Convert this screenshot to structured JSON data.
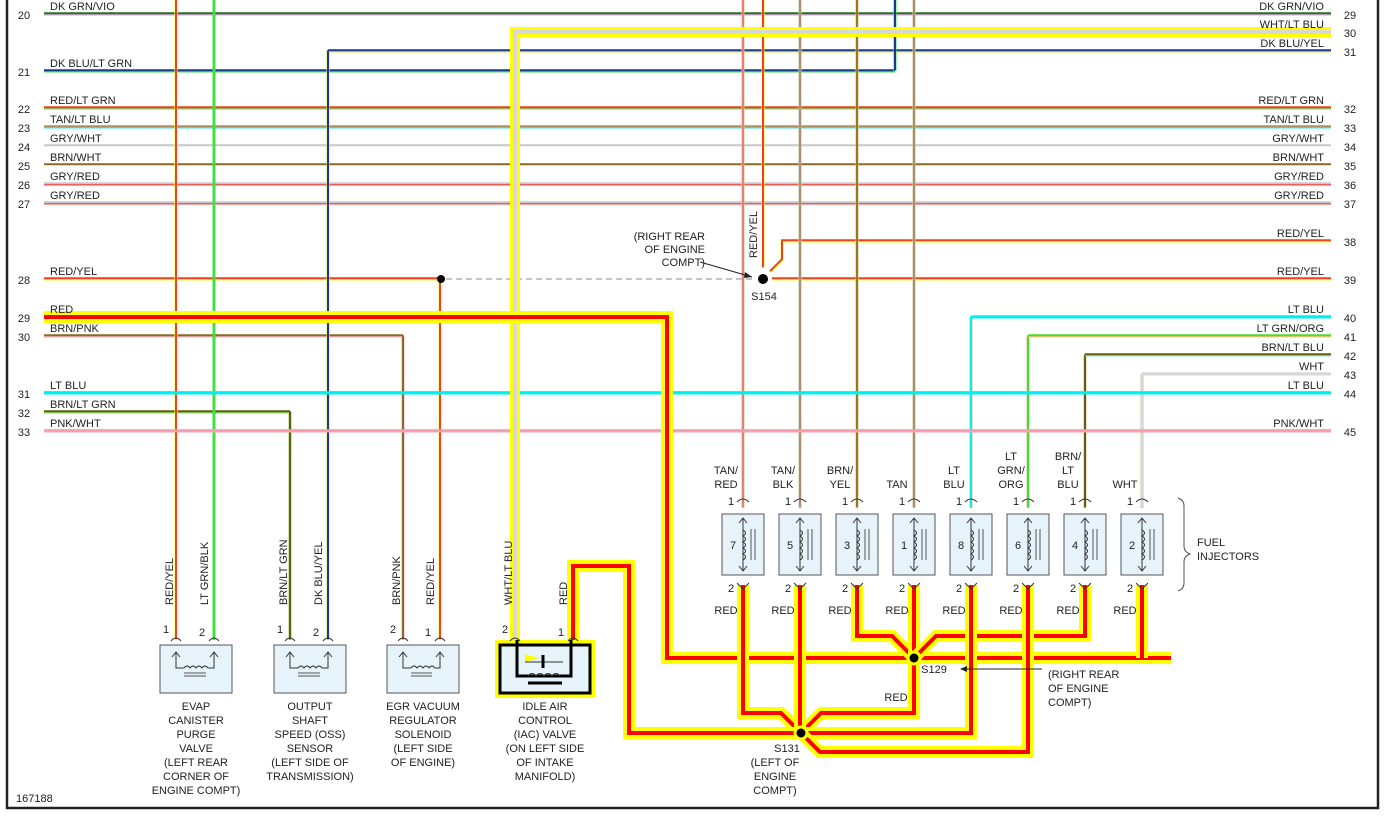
{
  "diagram": {
    "title": "Engine Performance Wiring - Injectors and Solenoids",
    "figure_number": "167188",
    "colors": {
      "highlight": "#ffff00",
      "red": "#ff0000",
      "text": "#222222",
      "component_fill": "#e6f3fb"
    },
    "left_connector_wires": [
      {
        "pin": "20",
        "label": "DK GRN/VIO",
        "c1": "#1a7a1a",
        "c2": "#e0a0e0"
      },
      {
        "pin": "21",
        "label": "DK BLU/LT GRN",
        "c1": "#1a3a8a",
        "c2": "#40e060"
      },
      {
        "pin": "22",
        "label": "RED/LT GRN",
        "c1": "#f04020",
        "c2": "#80d060"
      },
      {
        "pin": "23",
        "label": "TAN/LT BLU",
        "c1": "#b09060",
        "c2": "#40e0e0"
      },
      {
        "pin": "24",
        "label": "GRY/WHT",
        "c1": "#c8c8c8",
        "c2": "#ffffff"
      },
      {
        "pin": "25",
        "label": "BRN/WHT",
        "c1": "#8a6a20",
        "c2": "#ffffff"
      },
      {
        "pin": "26",
        "label": "GRY/RED",
        "c1": "#c8c8c8",
        "c2": "#f04040"
      },
      {
        "pin": "27",
        "label": "GRY/RED",
        "c1": "#c8c8c8",
        "c2": "#f04040"
      },
      {
        "pin": "28",
        "label": "RED/YEL",
        "c1": "#f04020",
        "c2": "#ffff40"
      },
      {
        "pin": "29",
        "label": "RED",
        "c1": "#ff0000",
        "c2": "#ff0000",
        "highlighted": true
      },
      {
        "pin": "30",
        "label": "BRN/PNK",
        "c1": "#8a6a20",
        "c2": "#f8b0c0"
      },
      {
        "pin": "31",
        "label": "LT BLU",
        "c1": "#00f0f0",
        "c2": "#00f0f0"
      },
      {
        "pin": "32",
        "label": "BRN/LT GRN",
        "c1": "#6a5a10",
        "c2": "#80e060"
      },
      {
        "pin": "33",
        "label": "PNK/WHT",
        "c1": "#f4a0b0",
        "c2": "#ffffff"
      }
    ],
    "right_connector_wires": [
      {
        "pin": "29",
        "label": "DK GRN/VIO"
      },
      {
        "pin": "30",
        "label": "WHT/LT BLU",
        "highlighted": true
      },
      {
        "pin": "31",
        "label": "DK BLU/YEL"
      },
      {
        "pin": "32",
        "label": "RED/LT GRN"
      },
      {
        "pin": "33",
        "label": "TAN/LT BLU"
      },
      {
        "pin": "34",
        "label": "GRY/WHT"
      },
      {
        "pin": "35",
        "label": "BRN/WHT"
      },
      {
        "pin": "36",
        "label": "GRY/RED"
      },
      {
        "pin": "37",
        "label": "GRY/RED"
      },
      {
        "pin": "38",
        "label": "RED/YEL"
      },
      {
        "pin": "39",
        "label": "RED/YEL"
      },
      {
        "pin": "40",
        "label": "LT BLU"
      },
      {
        "pin": "41",
        "label": "LT GRN/ORG"
      },
      {
        "pin": "42",
        "label": "BRN/LT BLU"
      },
      {
        "pin": "43",
        "label": "WHT"
      },
      {
        "pin": "44",
        "label": "LT BLU"
      },
      {
        "pin": "45",
        "label": "PNK/WHT"
      }
    ],
    "splices": [
      {
        "id": "S154",
        "location": [
          "(RIGHT REAR",
          "OF ENGINE",
          "COMPT)"
        ],
        "vertical_label": "RED/YEL"
      },
      {
        "id": "S129",
        "location": [
          "(RIGHT REAR",
          "OF ENGINE",
          "COMPT)"
        ],
        "branch_label": "RED"
      },
      {
        "id": "S131",
        "location": [
          "(LEFT OF",
          "ENGINE",
          "COMPT)"
        ]
      }
    ],
    "injectors": {
      "group_label": [
        "FUEL",
        "INJECTORS"
      ],
      "items": [
        {
          "number": "7",
          "wire": [
            "TAN/",
            "RED"
          ],
          "pin1": "1",
          "pin2": "2",
          "ground": "RED",
          "color": "#e88070"
        },
        {
          "number": "5",
          "wire": [
            "TAN/",
            "BLK"
          ],
          "pin1": "1",
          "pin2": "2",
          "ground": "RED",
          "color": "#a89070"
        },
        {
          "number": "3",
          "wire": [
            "BRN/",
            "YEL"
          ],
          "pin1": "1",
          "pin2": "2",
          "ground": "RED",
          "color": "#9a7a10"
        },
        {
          "number": "1",
          "wire": [
            "",
            "TAN"
          ],
          "pin1": "1",
          "pin2": "2",
          "ground": "RED",
          "color": "#a89060"
        },
        {
          "number": "8",
          "wire": [
            "LT",
            "BLU"
          ],
          "pin1": "1",
          "pin2": "2",
          "ground": "RED",
          "color": "#00f0f0"
        },
        {
          "number": "6",
          "wire": [
            "LT",
            "GRN/",
            "ORG"
          ],
          "pin1": "1",
          "pin2": "2",
          "ground": "RED",
          "color": "#40e030"
        },
        {
          "number": "4",
          "wire": [
            "BRN/",
            "LT",
            "BLU"
          ],
          "pin1": "1",
          "pin2": "2",
          "ground": "RED",
          "color": "#6a5a10"
        },
        {
          "number": "2",
          "wire": [
            "",
            "WHT"
          ],
          "pin1": "1",
          "pin2": "2",
          "ground": "RED",
          "color": "#d8d8d8"
        }
      ]
    },
    "components": [
      {
        "name": [
          "EVAP",
          "CANISTER",
          "PURGE",
          "VALVE",
          "(LEFT REAR",
          "CORNER OF",
          "ENGINE COMPT)"
        ],
        "pins": [
          {
            "num": "1",
            "wire": "RED/YEL"
          },
          {
            "num": "2",
            "wire": "LT GRN/BLK"
          }
        ]
      },
      {
        "name": [
          "OUTPUT",
          "SHAFT",
          "SPEED (OSS)",
          "SENSOR",
          "(LEFT SIDE OF",
          "TRANSMISSION)"
        ],
        "pins": [
          {
            "num": "1",
            "wire": "BRN/LT GRN"
          },
          {
            "num": "2",
            "wire": "DK BLU/YEL"
          }
        ]
      },
      {
        "name": [
          "EGR VACUUM",
          "REGULATOR",
          "SOLENOID",
          "(LEFT SIDE",
          "OF ENGINE)"
        ],
        "pins": [
          {
            "num": "2",
            "wire": "BRN/PNK"
          },
          {
            "num": "1",
            "wire": "RED/YEL"
          }
        ]
      },
      {
        "name": [
          "IDLE AIR",
          "CONTROL",
          "(IAC) VALVE",
          "(ON LEFT SIDE",
          "OF INTAKE",
          "MANIFOLD)"
        ],
        "pins": [
          {
            "num": "2",
            "wire": "WHT/LT BLU"
          },
          {
            "num": "1",
            "wire": "RED"
          }
        ],
        "highlighted": true
      }
    ]
  }
}
